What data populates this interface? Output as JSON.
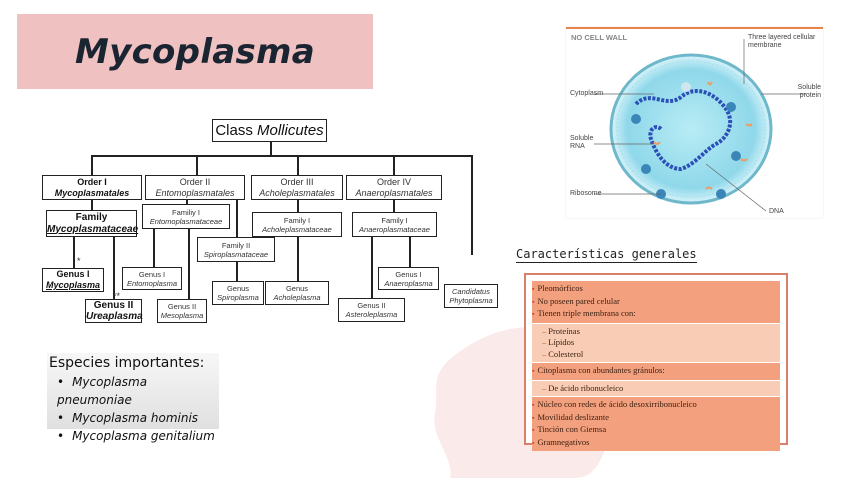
{
  "title": "Mycoplasma",
  "taxonomy": {
    "class": {
      "prefix": "Class",
      "name": "Mollicutes"
    },
    "orders": [
      {
        "rank": "Order I",
        "name": "Mycoplasmatales"
      },
      {
        "rank": "Order II",
        "name": "Entomoplasmatales"
      },
      {
        "rank": "Order III",
        "name": "Acholeplasmatales"
      },
      {
        "rank": "Order IV",
        "name": "Anaeroplasmatales"
      }
    ],
    "families": [
      {
        "rank": "Family",
        "name": "Mycoplasmataceae"
      },
      {
        "rank": "Familiy I",
        "name": "Entomoplasmataceae"
      },
      {
        "rank": "Family II",
        "name": "Spiroplasmataceae"
      },
      {
        "rank": "Family I",
        "name": "Acholeplasmataceae"
      },
      {
        "rank": "Family I",
        "name": "Anaeroplasmataceae"
      }
    ],
    "genera": [
      {
        "rank": "Genus I",
        "name": "Mycoplasma",
        "mark": "*"
      },
      {
        "rank": "Genus II",
        "name": "Ureaplasma",
        "mark": "**"
      },
      {
        "rank": "Genus I",
        "name": "Entomoplasma"
      },
      {
        "rank": "Genus II",
        "name": "Mesoplasma"
      },
      {
        "rank": "Genus",
        "name": "Spiroplasma"
      },
      {
        "rank": "Genus",
        "name": "Acholeplasma"
      },
      {
        "rank": "Genus I",
        "name": "Anaeroplasma"
      },
      {
        "rank": "Genus II",
        "name": "Asteroleplasma"
      },
      {
        "rank": "Candidatus",
        "name": "Phytoplasma"
      }
    ]
  },
  "species": {
    "heading": "Especies importantes:",
    "items": [
      "Mycoplasma pneumoniae",
      "Mycoplasma hominis",
      "Mycoplasma genitalium"
    ]
  },
  "cell_diagram": {
    "header": "NO CELL WALL",
    "labels": {
      "membrane": "Three layered cellular membrane",
      "cytoplasm": "Cytoplasm",
      "soluble_protein": "Soluble protein",
      "soluble_rna": "Soluble RNA",
      "ribosome": "Ribosome",
      "dna": "DNA"
    }
  },
  "characteristics": {
    "title": "Características generales",
    "groups": [
      {
        "type": "main",
        "items": [
          "Pleomórficos",
          "No poseen pared celular",
          "Tienen triple membrana con:"
        ]
      },
      {
        "type": "sub",
        "items": [
          "Proteínas",
          "Lípidos",
          "Colesterol"
        ]
      },
      {
        "type": "main",
        "items": [
          "Citoplasma con abundantes gránulos:"
        ]
      },
      {
        "type": "sub",
        "items": [
          "De ácido ribonucleico"
        ]
      },
      {
        "type": "main",
        "items": [
          "Núcleo con redes de ácido desoxirribonucleico",
          "Movilidad deslizante",
          "Tinción con Giemsa",
          "Gramnegativos"
        ]
      }
    ]
  },
  "colors": {
    "title_band": "#efc1c1",
    "char_main": "#f3a07e",
    "char_sub": "#f9cdb5",
    "char_border": "#d9806a",
    "blob": "#fbeaea"
  }
}
